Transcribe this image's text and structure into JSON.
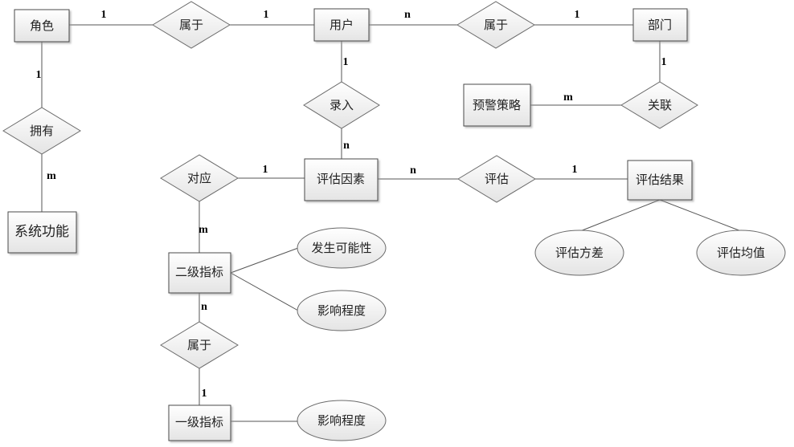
{
  "entities": {
    "role": "角色",
    "user": "用户",
    "department": "部门",
    "warning_strategy": "预警策略",
    "eval_factor": "评估因素",
    "eval_result": "评估结果",
    "system_function": "系统功能",
    "level2_indicator": "二级指标",
    "level1_indicator": "一级指标"
  },
  "relationships": {
    "belongs_role_user": "属于",
    "belongs_user_dept": "属于",
    "has": "拥有",
    "input": "录入",
    "associate": "关联",
    "correspond": "对应",
    "evaluate": "评估",
    "belongs_indicator": "属于"
  },
  "attributes": {
    "likelihood": "发生可能性",
    "impact_l2": "影响程度",
    "eval_variance": "评估方差",
    "eval_mean": "评估均值",
    "impact_l1": "影响程度"
  },
  "cardinalities": {
    "role_belongs": "1",
    "belongs_user": "1",
    "user_belongs": "n",
    "belongs_dept": "1",
    "role_has": "1",
    "has_function": "m",
    "user_input": "1",
    "input_factor": "n",
    "dept_assoc": "1",
    "assoc_strategy": "m",
    "correspond_factor": "1",
    "factor_evaluate": "n",
    "evaluate_result": "1",
    "correspond_l2": "m",
    "l2_belongs": "n",
    "belongs_l1": "1"
  }
}
